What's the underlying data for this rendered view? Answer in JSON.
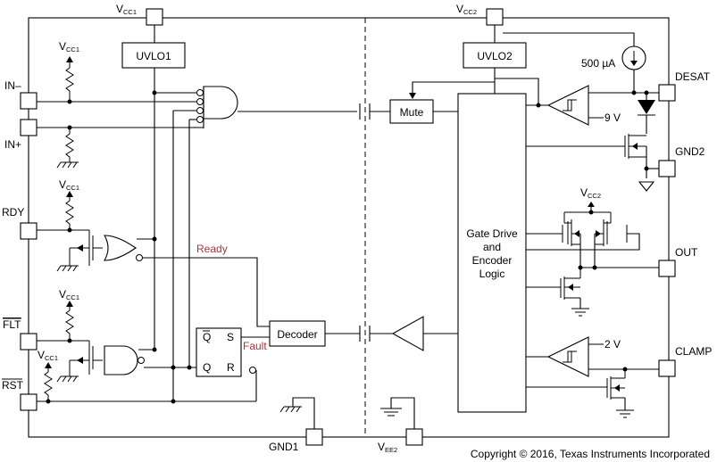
{
  "pins": {
    "vcc1_top": {
      "main": "V",
      "sub": "CC1"
    },
    "vcc2_top": {
      "main": "V",
      "sub": "CC2"
    },
    "in_minus": "IN–",
    "in_plus": "IN+",
    "rdy": "RDY",
    "flt": "FLT",
    "rst": "RST",
    "gnd1": "GND1",
    "vee2": {
      "main": "V",
      "sub": "EE2"
    },
    "desat": "DESAT",
    "gnd2": "GND2",
    "out": "OUT",
    "clamp": "CLAMP"
  },
  "rails": {
    "vcc1": {
      "main": "V",
      "sub": "CC1"
    },
    "vcc2": {
      "main": "V",
      "sub": "CC2"
    }
  },
  "blocks": {
    "uvlo1": "UVLO1",
    "uvlo2": "UVLO2",
    "mute": "Mute",
    "decoder": "Decoder",
    "gate_drive": [
      "Gate Drive",
      "and",
      "Encoder",
      "Logic"
    ],
    "latch_q_bar": "Q",
    "latch_s": "S",
    "latch_q": "Q",
    "latch_r": "R"
  },
  "signals": {
    "ready": "Ready",
    "fault": "Fault",
    "current_source": "500 µA",
    "desat_ref": "9 V",
    "clamp_ref": "2 V"
  },
  "copyright": "Copyright © 2016, Texas Instruments Incorporated",
  "colors": {
    "signal_label": "#b0303a"
  }
}
